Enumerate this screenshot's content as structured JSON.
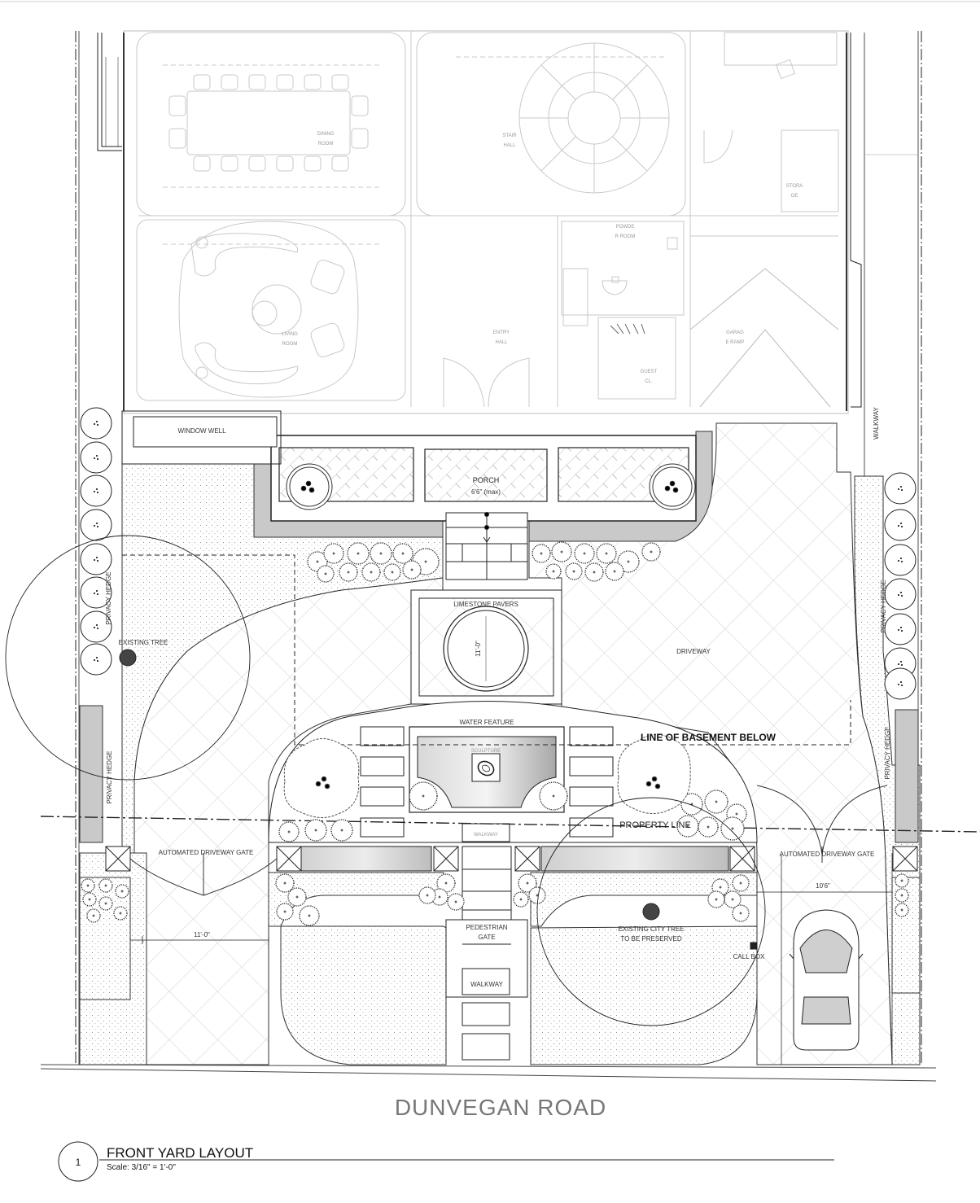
{
  "house": {
    "dining_room": [
      "DINING",
      "ROOM"
    ],
    "stair_hall": [
      "STAIR",
      "HALL"
    ],
    "storage": [
      "STORA",
      "GE"
    ],
    "powder_room": [
      "POWDE",
      "R ROOM"
    ],
    "living_room": [
      "LIVING",
      "ROOM"
    ],
    "entry_hall": [
      "ENTRY",
      "HALL"
    ],
    "guest_closet": [
      "GUEST",
      "CL."
    ],
    "garage_ramp": [
      "GARAG",
      "E RAMP"
    ]
  },
  "site": {
    "window_well": "WINDOW WELL",
    "walkway_side": "WALKWAY",
    "porch": "PORCH",
    "porch_dim": "6'6\" (max)",
    "limestone_pavers": "LIMESTONE PAVERS",
    "fountain_dim": "11'-0\"",
    "driveway": "DRIVEWAY",
    "existing_tree": "EXISTING TREE",
    "privacy_hedge": "PRIVACY HEDGE",
    "water_feature": "WATER FEATURE",
    "sculpture": "SCULPTURE",
    "line_of_basement": "LINE OF BASEMENT BELOW",
    "walkway_small": "WALKWAY",
    "property_line": "PROPERTY LINE",
    "gate_left": "AUTOMATED DRIVEWAY GATE",
    "gate_right": "AUTOMATED DRIVEWAY GATE",
    "dim_left": "11'-0\"",
    "dim_right": "10'6\"",
    "pedestrian_gate": [
      "PEDESTRIAN",
      "GATE"
    ],
    "walkway_lower": "WALKWAY",
    "city_tree": [
      "EXISTING CITY TREE",
      "TO BE PRESERVED"
    ],
    "call_box": "CALL BOX"
  },
  "road": "DUNVEGAN ROAD",
  "title_block": {
    "number": "1",
    "title": "FRONT YARD LAYOUT",
    "scale": "Scale: 3/16\" = 1'-0\""
  },
  "colors": {
    "line": "#222222",
    "faint_line": "#bdbdbd",
    "planting_bed": "#c9c9c9",
    "hatch": "#c4c4c4"
  }
}
